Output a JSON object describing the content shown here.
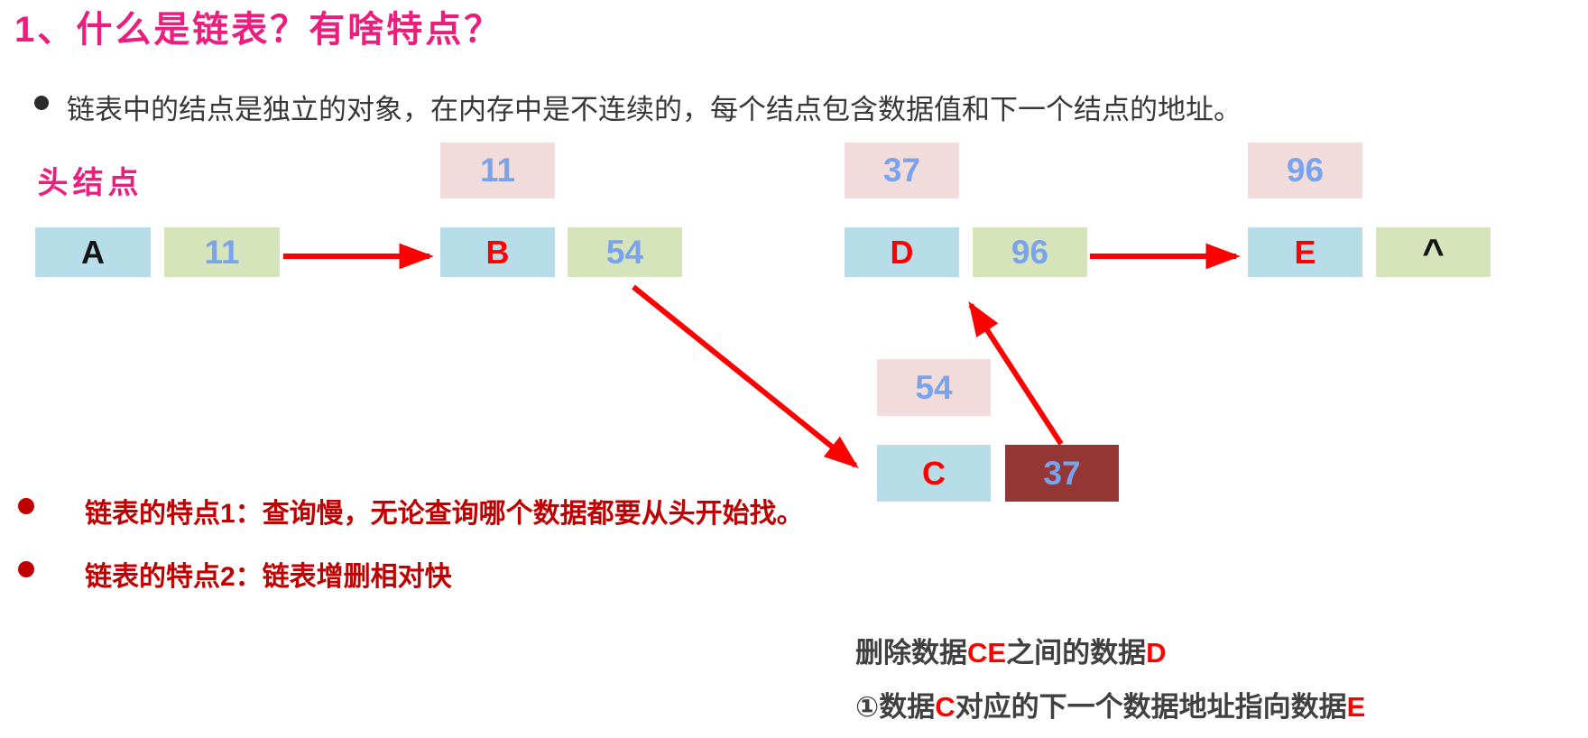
{
  "title": {
    "text": "1、什么是链表？有啥特点？"
  },
  "intro_bullet": {
    "text": "链表中的结点是独立的对象，在内存中是不连续的，每个结点包含数据值和下一个结点的地址。"
  },
  "diagram": {
    "head_label": "头结点",
    "node_a": {
      "letter": "A",
      "next": "11"
    },
    "node_b": {
      "addr": "11",
      "letter": "B",
      "next": "54"
    },
    "node_d": {
      "addr": "37",
      "letter": "D",
      "next": "96"
    },
    "node_e": {
      "addr": "96",
      "letter": "E",
      "next": "^"
    },
    "node_c": {
      "addr": "54",
      "letter": "C",
      "next": "37"
    }
  },
  "features": [
    {
      "text": "链表的特点1：查询慢，无论查询哪个数据都要从头开始找。"
    },
    {
      "text": "链表的特点2：链表增删相对快"
    }
  ],
  "notes": {
    "line1": {
      "s1": "删除数据",
      "s2": "CE",
      "s3": "之间的数据",
      "s4": "D"
    },
    "line2": {
      "s1": "①数据",
      "s2": "C",
      "s3": "对应的下一个数据地址指向数据",
      "s4": "E"
    }
  },
  "colors": {
    "title_pink": "#EB1E7E",
    "node_blue": "#B7DEE8",
    "node_green": "#D6E4BC",
    "addr_pink": "#F2DCDB",
    "deleted_dark_red": "#953735",
    "value_blue": "#79A3EC",
    "letter_red": "#FF0000",
    "feature_red": "#C00000",
    "note_gray": "#404040",
    "arrow_red": "#FF0000"
  }
}
